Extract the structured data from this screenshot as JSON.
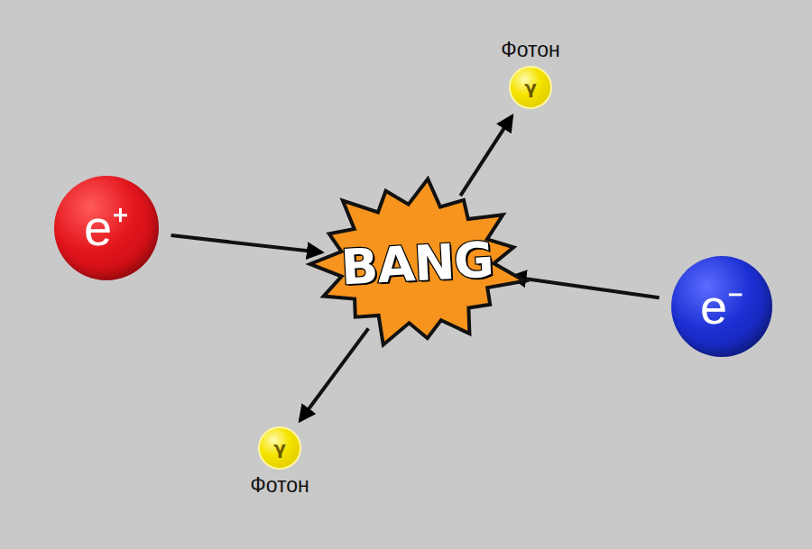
{
  "diagram": {
    "nodes": [
      {
        "text": [
          "Фотон",
          "γ"
        ]
      },
      {
        "text": [
          "e⁺"
        ]
      },
      {
        "text": [
          "BANG"
        ]
      },
      {
        "text": [
          "e⁻"
        ]
      },
      {
        "text": [
          "γ",
          "Фотон"
        ]
      }
    ],
    "edges": [
      {
        "from": 1,
        "to": 2,
        "arrow": "to"
      },
      {
        "from": 3,
        "to": 2,
        "arrow": "to"
      },
      {
        "from": 2,
        "to": 0,
        "arrow": "to"
      },
      {
        "from": 2,
        "to": 4,
        "arrow": "to"
      }
    ]
  }
}
